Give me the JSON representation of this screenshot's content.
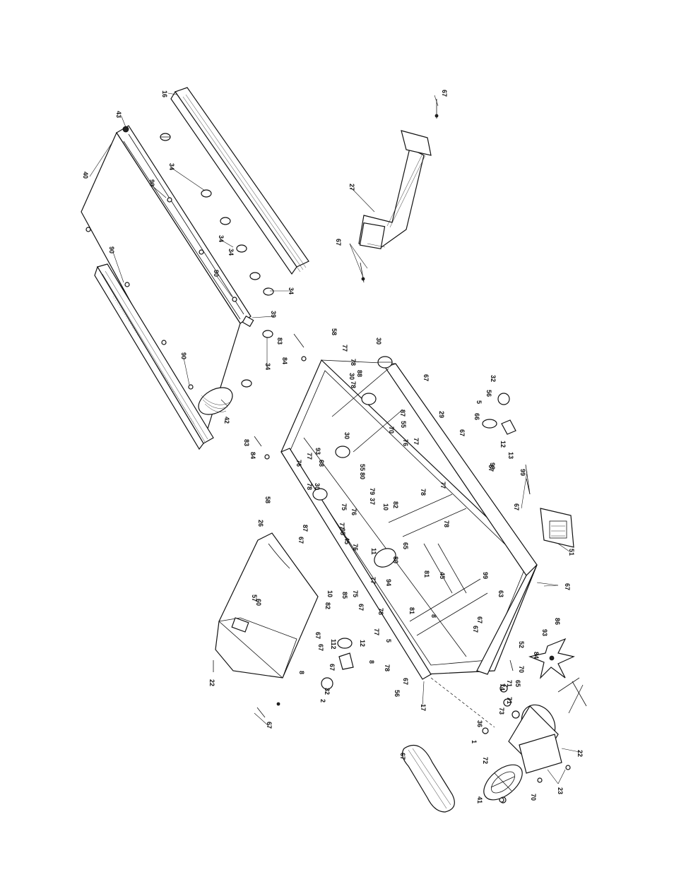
{
  "diagram": {
    "callouts": [
      {
        "id": "c1",
        "text": "16"
      },
      {
        "id": "c2",
        "text": "43"
      },
      {
        "id": "c3",
        "text": "40"
      },
      {
        "id": "c4",
        "text": "90"
      },
      {
        "id": "c5",
        "text": "34"
      },
      {
        "id": "c6",
        "text": "90"
      },
      {
        "id": "c7",
        "text": "34"
      },
      {
        "id": "c8",
        "text": "34"
      },
      {
        "id": "c9",
        "text": "90"
      },
      {
        "id": "c10",
        "text": "34"
      },
      {
        "id": "c11",
        "text": "39"
      },
      {
        "id": "c12",
        "text": "34"
      },
      {
        "id": "c13",
        "text": "90"
      },
      {
        "id": "c14",
        "text": "42"
      },
      {
        "id": "c15",
        "text": "67"
      },
      {
        "id": "c16",
        "text": "27"
      },
      {
        "id": "c17",
        "text": "67"
      },
      {
        "id": "c18",
        "text": "58"
      },
      {
        "id": "c19",
        "text": "77"
      },
      {
        "id": "c20",
        "text": "30"
      },
      {
        "id": "c21",
        "text": "83"
      },
      {
        "id": "c22",
        "text": "84"
      },
      {
        "id": "c23",
        "text": "78"
      },
      {
        "id": "c24",
        "text": "88"
      },
      {
        "id": "c25",
        "text": "67"
      },
      {
        "id": "c26",
        "text": "30"
      },
      {
        "id": "c27",
        "text": "78"
      },
      {
        "id": "c28",
        "text": "29"
      },
      {
        "id": "c29",
        "text": "32"
      },
      {
        "id": "c30",
        "text": "56"
      },
      {
        "id": "c31",
        "text": "5"
      },
      {
        "id": "c32",
        "text": "66"
      },
      {
        "id": "c33",
        "text": "87"
      },
      {
        "id": "c34",
        "text": "55"
      },
      {
        "id": "c35",
        "text": "70"
      },
      {
        "id": "c36",
        "text": "12"
      },
      {
        "id": "c37",
        "text": "67"
      },
      {
        "id": "c38",
        "text": "76"
      },
      {
        "id": "c39",
        "text": "77"
      },
      {
        "id": "c40",
        "text": "83"
      },
      {
        "id": "c41",
        "text": "84"
      },
      {
        "id": "c42",
        "text": "93"
      },
      {
        "id": "c43",
        "text": "30"
      },
      {
        "id": "c44",
        "text": "13"
      },
      {
        "id": "c45",
        "text": "67"
      },
      {
        "id": "c46",
        "text": "99"
      },
      {
        "id": "c47",
        "text": "58"
      },
      {
        "id": "c48",
        "text": "76"
      },
      {
        "id": "c49",
        "text": "77"
      },
      {
        "id": "c50",
        "text": "68"
      },
      {
        "id": "c51",
        "text": "78"
      },
      {
        "id": "c52",
        "text": "30"
      },
      {
        "id": "c53",
        "text": "78"
      },
      {
        "id": "c54",
        "text": "77"
      },
      {
        "id": "c55",
        "text": "55"
      },
      {
        "id": "c56",
        "text": "80"
      },
      {
        "id": "c57",
        "text": "79"
      },
      {
        "id": "c58",
        "text": "37"
      },
      {
        "id": "c59",
        "text": "10"
      },
      {
        "id": "c60",
        "text": "82"
      },
      {
        "id": "c61",
        "text": "75"
      },
      {
        "id": "c62",
        "text": "76"
      },
      {
        "id": "c63",
        "text": "77"
      },
      {
        "id": "c64",
        "text": "78"
      },
      {
        "id": "c65",
        "text": "67"
      },
      {
        "id": "c66",
        "text": "51"
      },
      {
        "id": "c67",
        "text": "26"
      },
      {
        "id": "c68",
        "text": "87"
      },
      {
        "id": "c69",
        "text": "67"
      },
      {
        "id": "c70",
        "text": "45"
      },
      {
        "id": "c71",
        "text": "76"
      },
      {
        "id": "c72",
        "text": "95"
      },
      {
        "id": "c73",
        "text": "11"
      },
      {
        "id": "c74",
        "text": "65"
      },
      {
        "id": "c75",
        "text": "80"
      },
      {
        "id": "c76",
        "text": "77"
      },
      {
        "id": "c77",
        "text": "94"
      },
      {
        "id": "c78",
        "text": "45"
      },
      {
        "id": "c79",
        "text": "81"
      },
      {
        "id": "c80",
        "text": "99"
      },
      {
        "id": "c81",
        "text": "63"
      },
      {
        "id": "c82",
        "text": "57"
      },
      {
        "id": "c83",
        "text": "60"
      },
      {
        "id": "c84",
        "text": "10"
      },
      {
        "id": "c85",
        "text": "82"
      },
      {
        "id": "c86",
        "text": "85"
      },
      {
        "id": "c87",
        "text": "75"
      },
      {
        "id": "c88",
        "text": "67"
      },
      {
        "id": "c89",
        "text": "78"
      },
      {
        "id": "c90",
        "text": "81"
      },
      {
        "id": "c91",
        "text": "8"
      },
      {
        "id": "c92",
        "text": "67"
      },
      {
        "id": "c93",
        "text": "67"
      },
      {
        "id": "c94",
        "text": "67"
      },
      {
        "id": "c95",
        "text": "67"
      },
      {
        "id": "c96",
        "text": "86"
      },
      {
        "id": "c97",
        "text": "112"
      },
      {
        "id": "c98",
        "text": "12"
      },
      {
        "id": "c99",
        "text": "67"
      },
      {
        "id": "c100",
        "text": "8"
      },
      {
        "id": "c101",
        "text": "78"
      },
      {
        "id": "c102",
        "text": "77"
      },
      {
        "id": "c103",
        "text": "5"
      },
      {
        "id": "c104",
        "text": "67"
      },
      {
        "id": "c105",
        "text": "8"
      },
      {
        "id": "c106",
        "text": "67"
      },
      {
        "id": "c107",
        "text": "56"
      },
      {
        "id": "c108",
        "text": "32"
      },
      {
        "id": "c109",
        "text": "2"
      },
      {
        "id": "c110",
        "text": "17"
      },
      {
        "id": "c111",
        "text": "67"
      },
      {
        "id": "c112",
        "text": "22"
      },
      {
        "id": "c113",
        "text": "93"
      },
      {
        "id": "c114",
        "text": "52"
      },
      {
        "id": "c115",
        "text": "84"
      },
      {
        "id": "c116",
        "text": "70"
      },
      {
        "id": "c117",
        "text": "74"
      },
      {
        "id": "c118",
        "text": "71"
      },
      {
        "id": "c119",
        "text": "65"
      },
      {
        "id": "c120",
        "text": "71"
      },
      {
        "id": "c121",
        "text": "73"
      },
      {
        "id": "c122",
        "text": "36"
      },
      {
        "id": "c123",
        "text": "1"
      },
      {
        "id": "c124",
        "text": "22"
      },
      {
        "id": "c125",
        "text": "72"
      },
      {
        "id": "c126",
        "text": "23"
      },
      {
        "id": "c127",
        "text": "70"
      },
      {
        "id": "c128",
        "text": "41"
      },
      {
        "id": "c129",
        "text": "67"
      },
      {
        "id": "c130",
        "text": "98"
      }
    ]
  }
}
